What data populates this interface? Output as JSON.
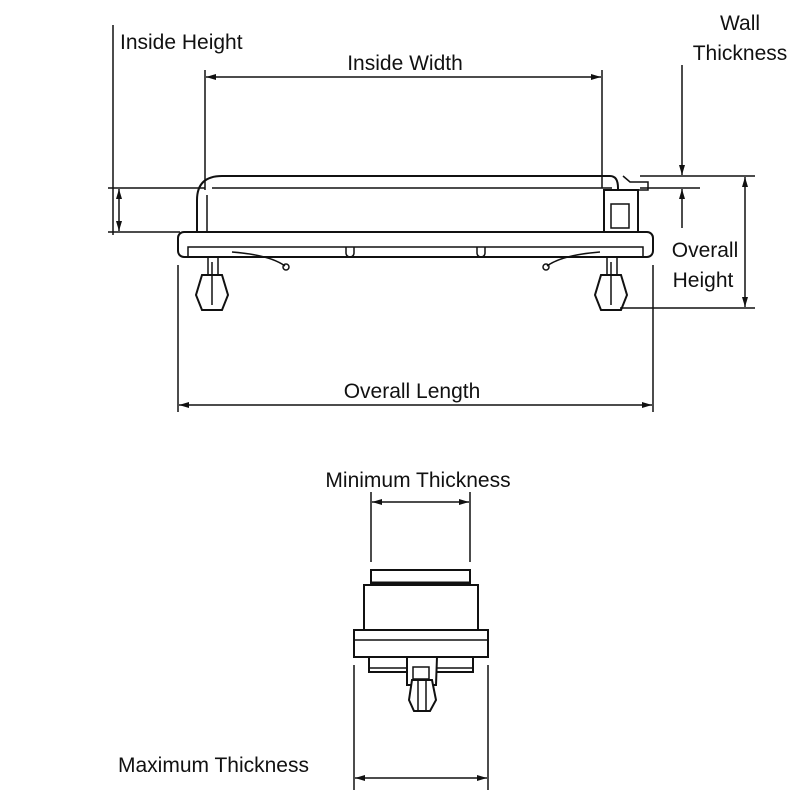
{
  "labels": {
    "inside_height": "Inside Height",
    "inside_width": "Inside Width",
    "wall_thickness_1": "Wall",
    "wall_thickness_2": "Thickness",
    "overall_height_1": "Overall",
    "overall_height_2": "Height",
    "overall_length": "Overall Length",
    "minimum_thickness": "Minimum Thickness",
    "maximum_thickness": "Maximum Thickness"
  }
}
